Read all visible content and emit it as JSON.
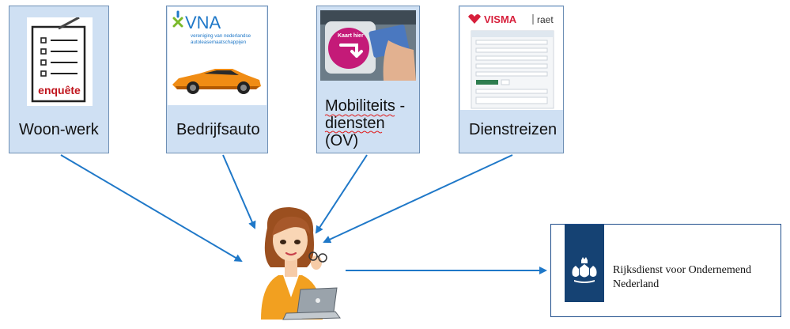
{
  "sources": [
    {
      "label": "Woon-werk",
      "image": "survey-icon",
      "image_text": "enquête"
    },
    {
      "label": "Bedrijfsauto",
      "image": "lease-car-logo",
      "logo_text": "VNA",
      "logo_subtitle": "vereniging van nederlandse autoleasemaatschappijen"
    },
    {
      "label_lines": [
        "Mobiliteits -",
        "diensten",
        "(OV)"
      ],
      "image": "ov-card-reader",
      "image_text": "Kaart hier"
    },
    {
      "label": "Dienstreizen",
      "image": "visma-raet-form",
      "logo_text": "VISMA",
      "logo_subtitle": "raet"
    }
  ],
  "target": {
    "name_line1": "Rijksdienst voor Ondernemend",
    "name_line2": "Nederland"
  },
  "colors": {
    "box_fill": "#cfe0f3",
    "box_border": "#6e8fb5",
    "arrow": "#1f78c8",
    "rvo_blue": "#154273",
    "visma_red": "#d71f3b",
    "vna_green": "#7ab929"
  }
}
